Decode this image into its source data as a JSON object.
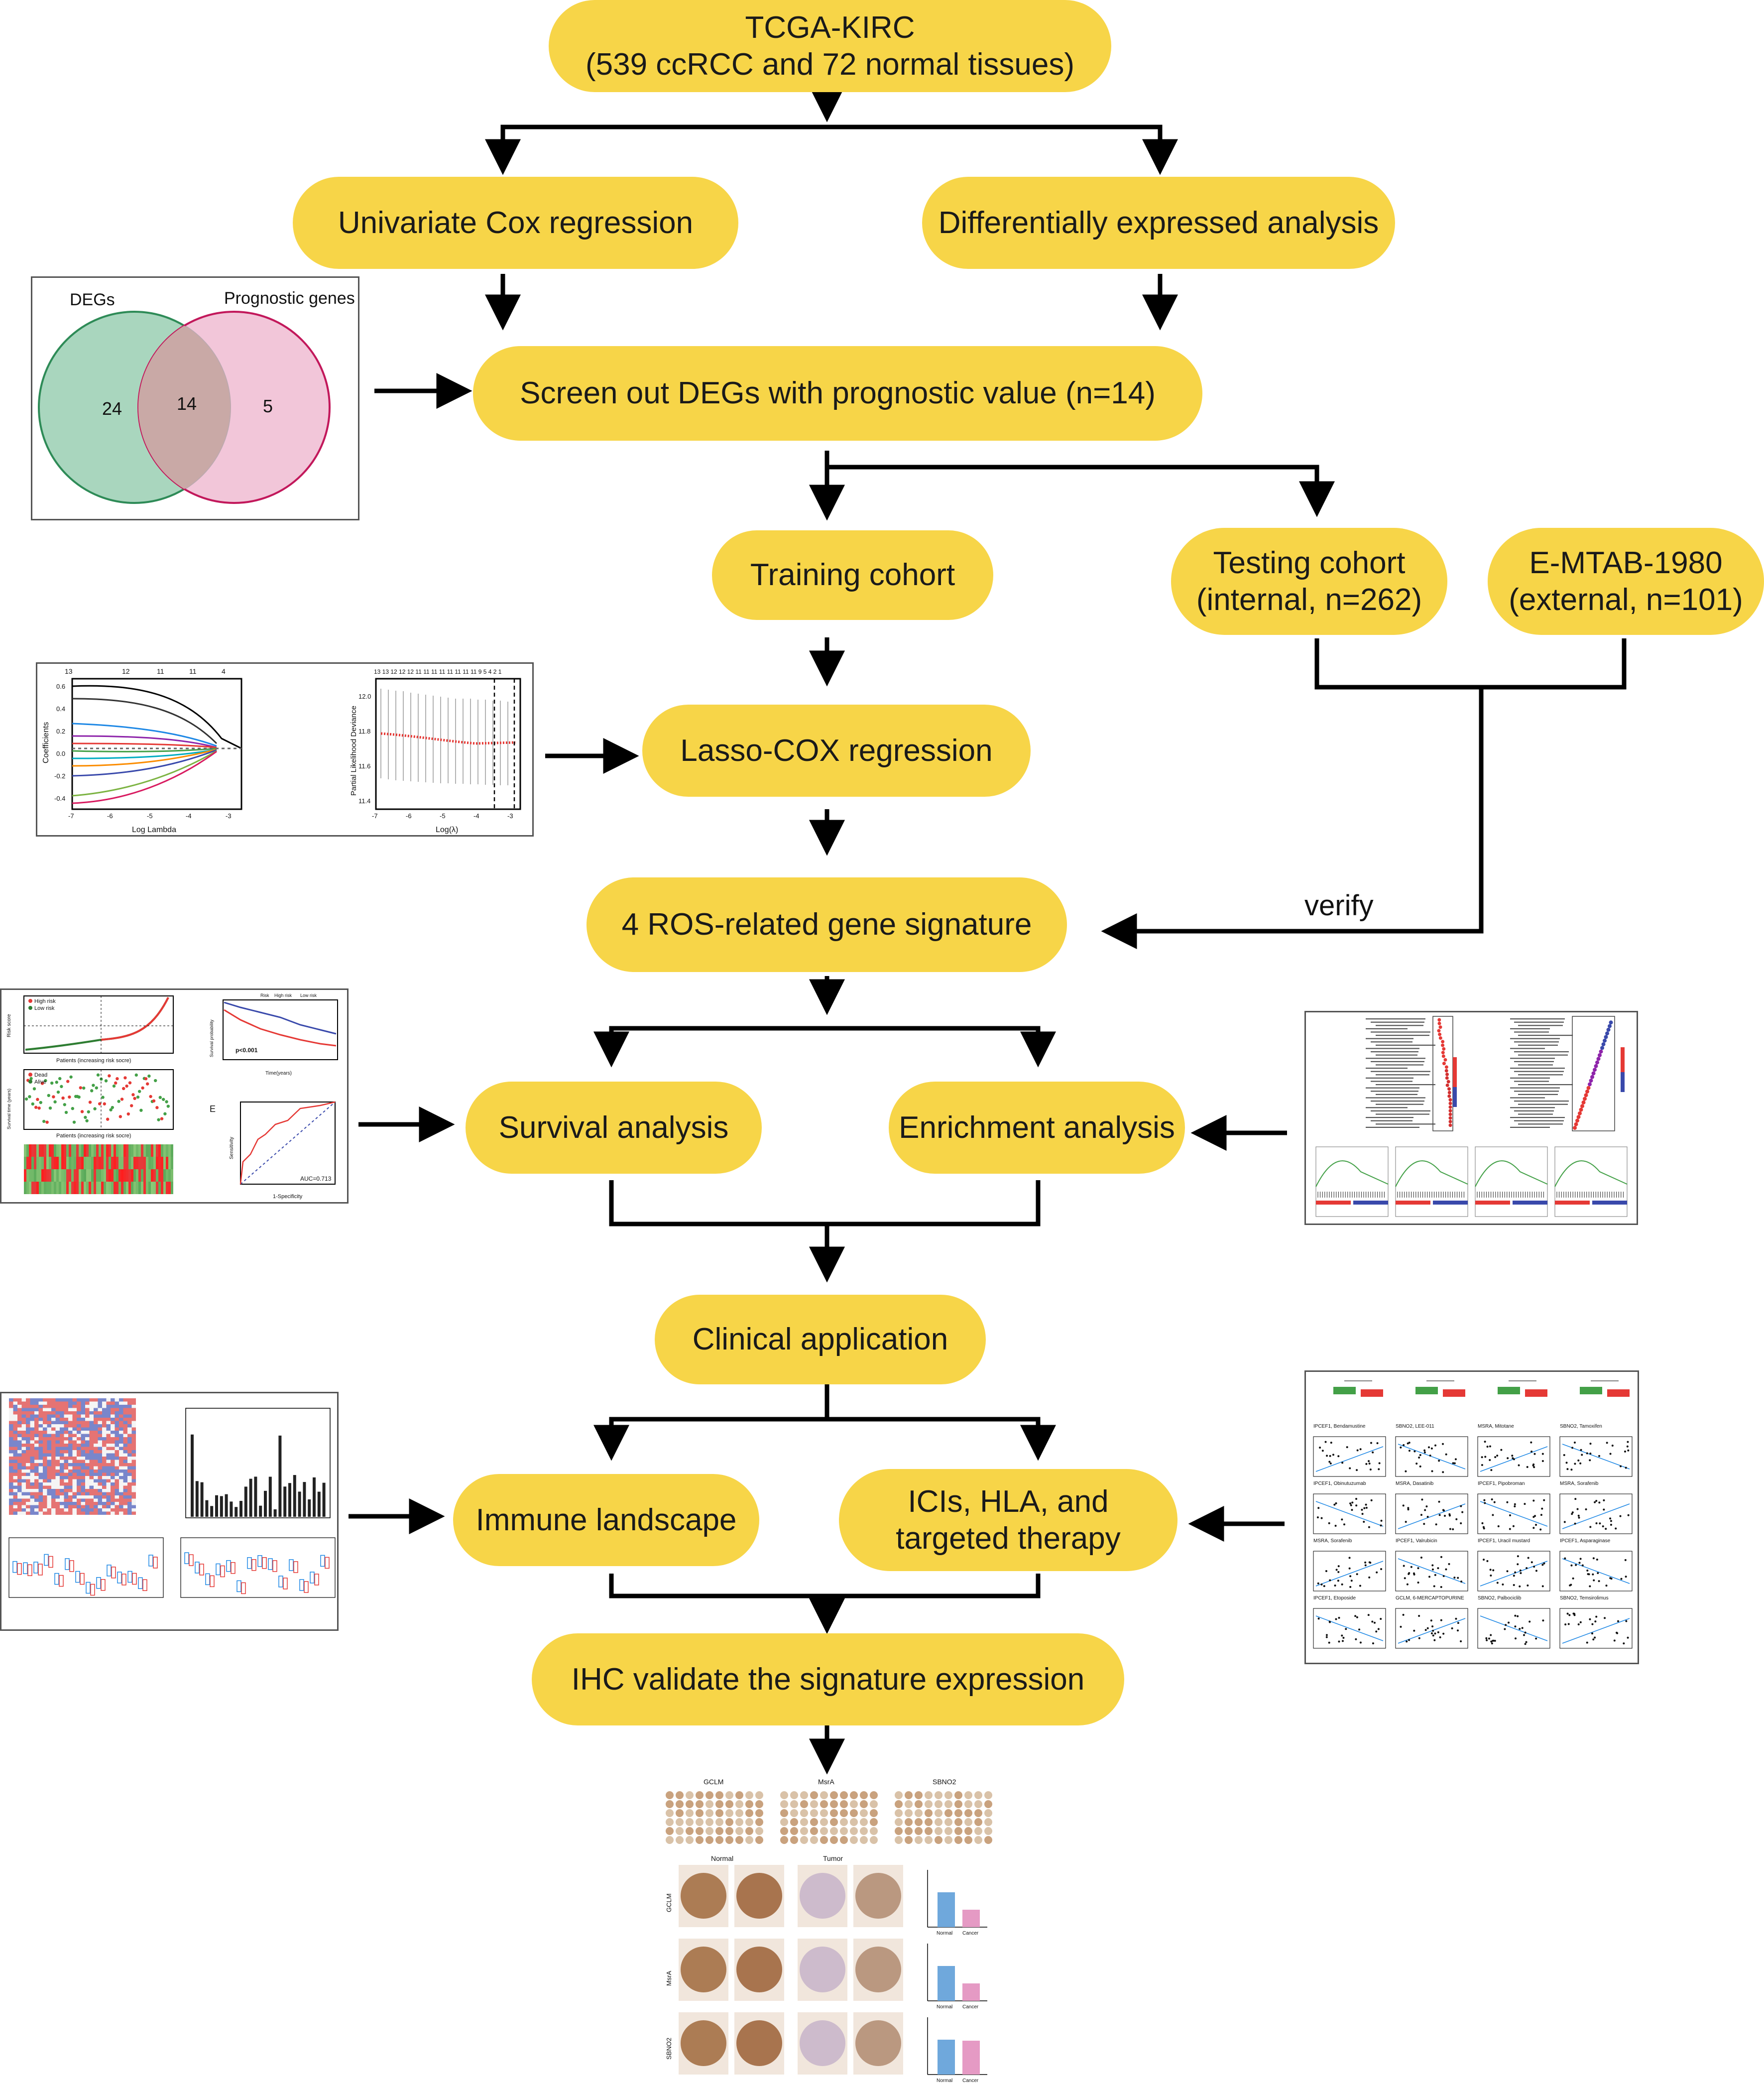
{
  "nodes": {
    "tcga": {
      "line1": "TCGA-KIRC",
      "line2": "(539 ccRCC and 72 normal tissues)"
    },
    "univariate": "Univariate Cox regression",
    "diffexp": "Differentially expressed analysis",
    "screen": "Screen out DEGs with prognostic value (n=14)",
    "training": "Training cohort",
    "testing": {
      "line1": "Testing cohort",
      "line2": "(internal, n=262)"
    },
    "emtab": {
      "line1": "E-MTAB-1980",
      "line2": "(external, n=101)"
    },
    "lasso": "Lasso-COX regression",
    "signature": "4 ROS-related gene signature",
    "survival": "Survival analysis",
    "enrichment": "Enrichment analysis",
    "clinical": "Clinical application",
    "immune": "Immune landscape",
    "icis": {
      "line1": "ICIs, HLA, and",
      "line2": "targeted therapy"
    },
    "ihc": "IHC validate the signature expression"
  },
  "verify_label": "verify",
  "venn": {
    "left_title": "DEGs",
    "right_title": "Prognostic genes",
    "left_only": "24",
    "overlap": "14",
    "right_only": "5",
    "left_color": "#A9D6BE",
    "right_color": "#EDB3CC"
  },
  "lasso_thumb": {
    "left": {
      "xlabel": "Log Lambda",
      "ylabel": "Coefficients",
      "xticks": [
        "-7",
        "-6",
        "-5",
        "-4",
        "-3"
      ],
      "yticks": [
        "0.6",
        "0.4",
        "0.2",
        "0.0",
        "-0.2",
        "-0.4"
      ],
      "topticks": [
        "13",
        "12",
        "11",
        "11",
        "4"
      ]
    },
    "right": {
      "xlabel": "Log(λ)",
      "ylabel": "Partial Likelihood Deviance",
      "xticks": [
        "-7",
        "-6",
        "-5",
        "-4",
        "-3"
      ],
      "yticks": [
        "12.0",
        "11.8",
        "11.6",
        "11.4"
      ],
      "topticks": [
        "13 13 12 12 12 11 11 11 11 11 11 11 11 9 5 4 2 1"
      ]
    }
  },
  "survival_thumb": {
    "legend_high": "High risk",
    "legend_low": "Low risk",
    "xlabel1": "Patients (increasing risk socre)",
    "ylabel1": "Risk score",
    "legend_dead": "Dead",
    "legend_alive": "Alive",
    "xlabel2": "Patients (increasing risk socre)",
    "ylabel2": "Survival time (years)",
    "km_legend": "Risk",
    "km_high": "High risk",
    "km_low": "Low risk",
    "km_ylabel": "Survival probability",
    "km_xlabel": "Time(years)",
    "pvalue": "p<0.001",
    "roc_panel": "E",
    "roc_ylabel": "Sensitivity",
    "roc_xlabel": "1-Specificity",
    "auc": "AUC=0.713"
  },
  "ihc_thumb": {
    "genes": [
      "GCLM",
      "MsrA",
      "SBNO2"
    ],
    "col_normal": "Normal",
    "col_tumor": "Tumor",
    "bar_x": [
      "Normal",
      "Cancer"
    ],
    "bar_blue": "#6FA8DC",
    "bar_pink": "#E59AC4"
  },
  "drug_thumb": {
    "titles": [
      "IPCEF1, Bendamustine",
      "SBNO2, LEE-011",
      "MSRA, Mitotane",
      "SBNO2, Tamoxifen",
      "IPCEF1, Obinutuzumab",
      "MSRA, Dasatinib",
      "IPCEF1, Pipobroman",
      "MSRA, Sorafenib",
      "MSRA, Sorafenib",
      "IPCEF1, Valrubicin",
      "IPCEF1, Uracil mustard",
      "IPCEF1, Asparaginase",
      "IPCEF1, Etoposide",
      "GCLM, 6-MERCAPTOPURINE",
      "SBNO2, Palbociclib",
      "SBNO2, Temsirolimus"
    ]
  },
  "colors": {
    "node": "#F7D548",
    "line": "#000000"
  }
}
